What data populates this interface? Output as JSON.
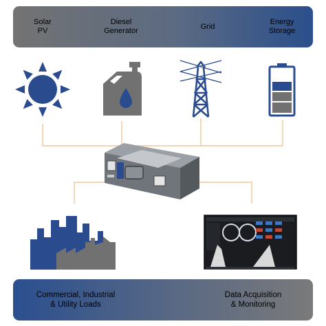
{
  "sources": [
    {
      "label": "Solar\nPV",
      "icon": "sun-icon"
    },
    {
      "label": "Diesel\nGenerator",
      "icon": "fuel-can-icon"
    },
    {
      "label": "Grid",
      "icon": "power-tower-icon"
    },
    {
      "label": "Energy\nStorage",
      "icon": "battery-icon"
    }
  ],
  "outputs": [
    {
      "label": "Commercial, Industrial\n& Utility Loads",
      "icon": "city-skyline-icon"
    },
    {
      "label": "Data Acquisition\n& Monitoring",
      "icon": "monitoring-display-icon"
    }
  ],
  "colors": {
    "blue": "#2a4b8d",
    "gray": "#717171",
    "line": "#f0c79a"
  }
}
